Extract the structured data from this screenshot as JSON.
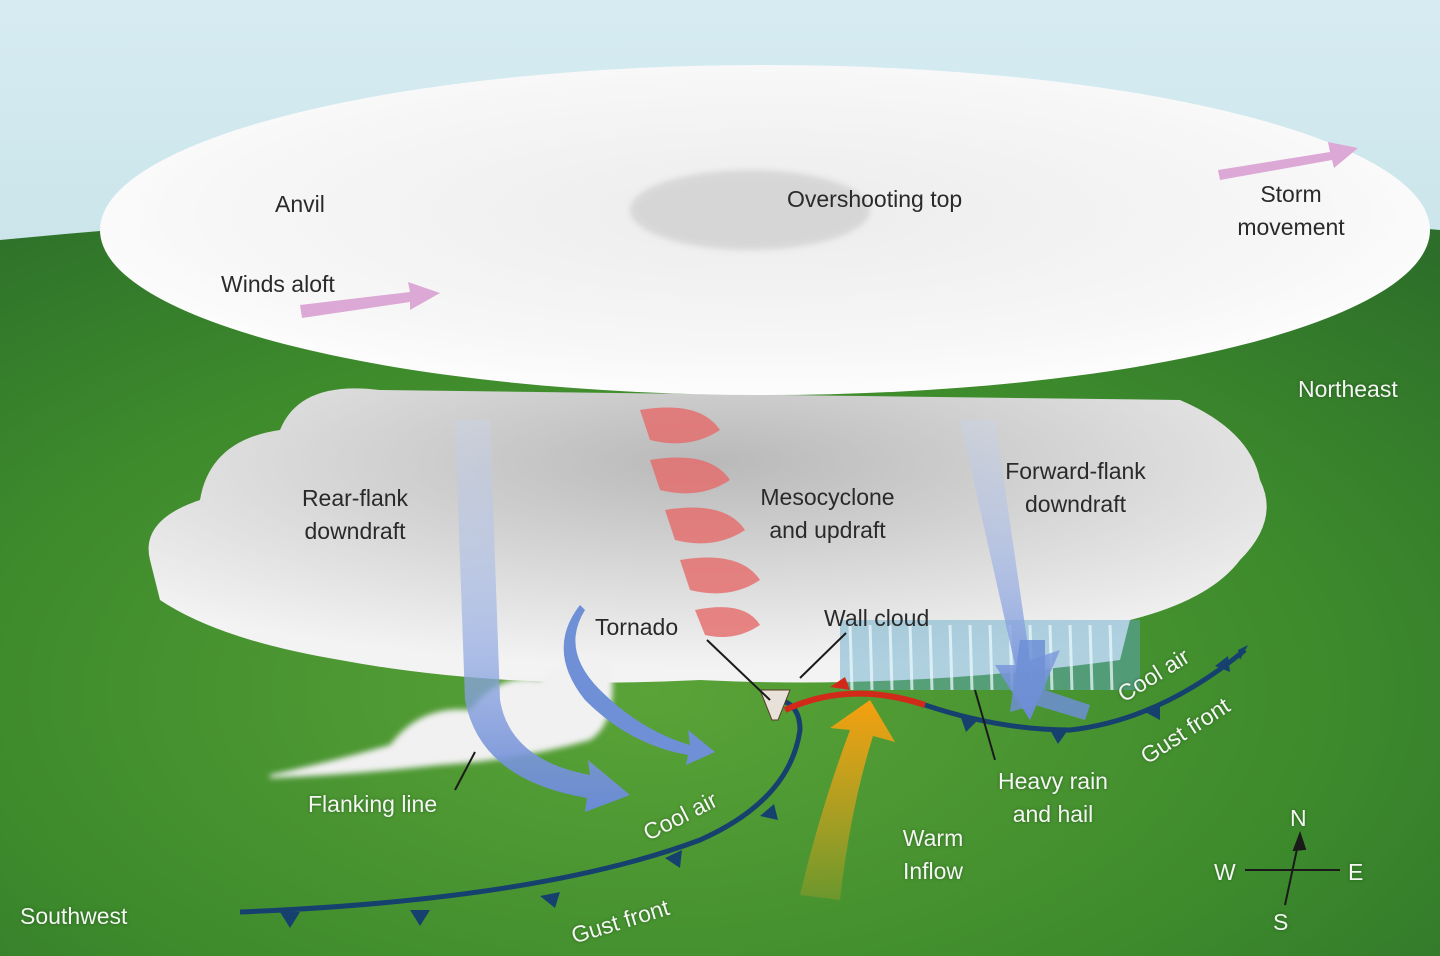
{
  "labels": {
    "anvil": "Anvil",
    "overshooting_top": "Overshooting top",
    "storm_movement_1": "Storm",
    "storm_movement_2": "movement",
    "winds_aloft": "Winds aloft",
    "northeast": "Northeast",
    "rear_flank_1": "Rear-flank",
    "rear_flank_2": "downdraft",
    "mesocyclone_1": "Mesocyclone",
    "mesocyclone_2": "and updraft",
    "forward_flank_1": "Forward-flank",
    "forward_flank_2": "downdraft",
    "tornado": "Tornado",
    "wall_cloud": "Wall cloud",
    "cool_air_right": "Cool air",
    "gust_front_right": "Gust front",
    "flanking_line": "Flanking line",
    "cool_air_left": "Cool air",
    "heavy_rain_1": "Heavy rain",
    "heavy_rain_2": "and hail",
    "warm_inflow_1": "Warm",
    "warm_inflow_2": "Inflow",
    "gust_front_left": "Gust front",
    "southwest": "Southwest"
  },
  "compass": {
    "n": "N",
    "s": "S",
    "e": "E",
    "w": "W"
  },
  "colors": {
    "sky": "#cfe7ee",
    "ground": "#3f8a2c",
    "cloud": "#f4f4f4",
    "downdraft_arrow": "#6f8fd6",
    "storm_arrow": "#d9a6d6",
    "updraft_spiral": "#e66a6a",
    "warm_inflow": "#f29a12",
    "gust_front": "#16416e",
    "warm_front_segment": "#d12a1a"
  }
}
